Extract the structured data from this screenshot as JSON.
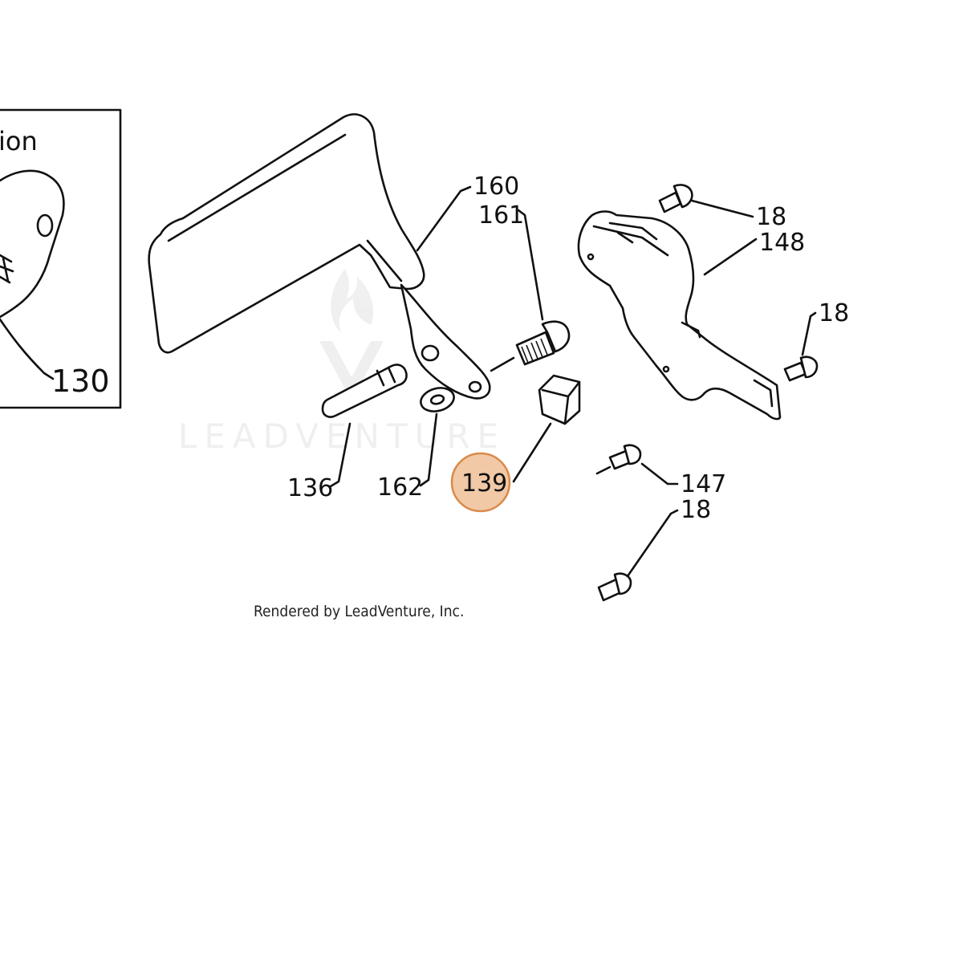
{
  "inset": {
    "title_fragment": "ion",
    "part_number": "130"
  },
  "callouts": [
    {
      "id": "c160",
      "label": "160"
    },
    {
      "id": "c161",
      "label": "161"
    },
    {
      "id": "c18a",
      "label": "18"
    },
    {
      "id": "c148",
      "label": "148"
    },
    {
      "id": "c18b",
      "label": "18"
    },
    {
      "id": "c136",
      "label": "136"
    },
    {
      "id": "c162",
      "label": "162"
    },
    {
      "id": "c139",
      "label": "139"
    },
    {
      "id": "c147",
      "label": "147"
    },
    {
      "id": "c18c",
      "label": "18"
    }
  ],
  "highlight": {
    "part_number": "139",
    "color": "#f1c9a6",
    "ring_color": "#d98a4a"
  },
  "watermark": {
    "text": "LEADVENTURE"
  },
  "credit": "Rendered by LeadVenture, Inc."
}
